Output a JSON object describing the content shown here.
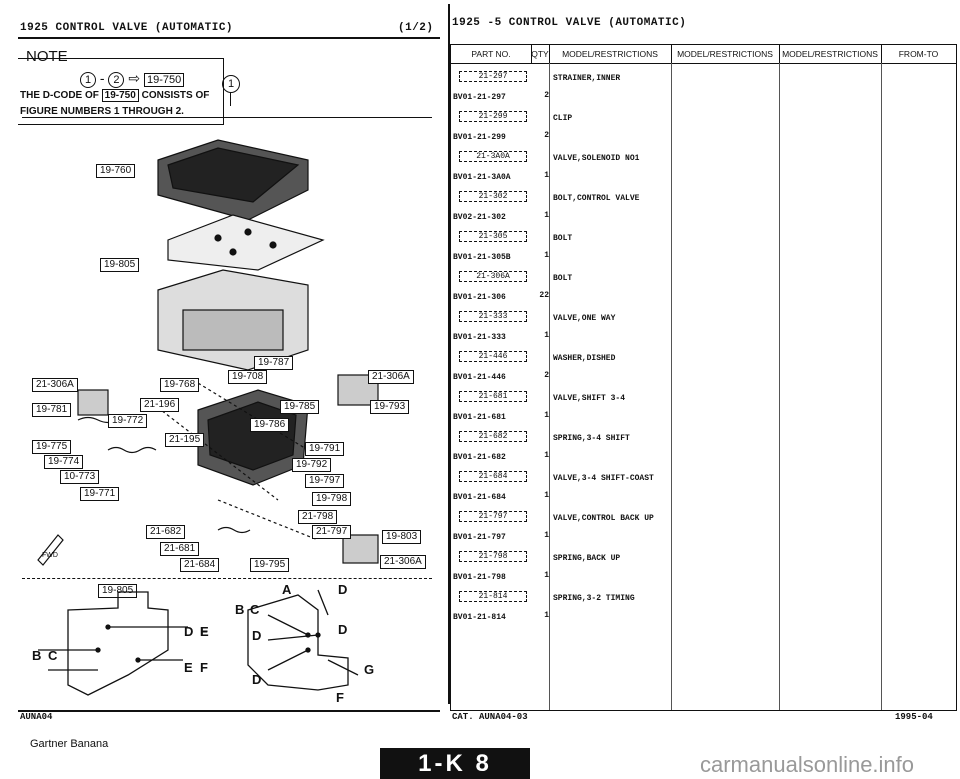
{
  "left_header": {
    "title": "1925    CONTROL VALVE (AUTOMATIC)",
    "page": "(1/2)"
  },
  "right_header": {
    "title": "1925  -5     CONTROL VALVE (AUTOMATIC)"
  },
  "note": {
    "label": "NOTE",
    "line1": "THE D-CODE OF",
    "code": "19-750",
    "line1b": "CONSISTS OF",
    "line2": "FIGURE NUMBERS",
    "line2b": "THROUGH",
    "circle1": "1",
    "circle2": "2"
  },
  "callouts": [
    "19-760",
    "19-805",
    "19-787",
    "19-768",
    "19-708",
    "21-306A",
    "21-306A",
    "19-781",
    "21-196",
    "19-785",
    "19-793",
    "19-772",
    "19-786",
    "21-195",
    "19-775",
    "19-791",
    "19-774",
    "19-792",
    "10-773",
    "19-797",
    "19-771",
    "19-798",
    "21-798",
    "21-797",
    "21-682",
    "19-803",
    "21-681",
    "21-684",
    "19-795",
    "21-306A",
    "19-805"
  ],
  "diagram_letters": [
    "D",
    "A",
    "B",
    "C",
    "D",
    "D",
    "E",
    "B",
    "C",
    "F",
    "D",
    "E",
    "F",
    "D",
    "G",
    "F"
  ],
  "table": {
    "headers": [
      "PART NO.",
      "QTY",
      "MODEL/RESTRICTIONS",
      "MODEL/RESTRICTIONS",
      "MODEL/RESTRICTIONS",
      "FROM-TO"
    ],
    "rows": [
      {
        "fig": "21-297",
        "part": "BV01-21-297",
        "qty": "2",
        "desc": "STRAINER,INNER"
      },
      {
        "fig": "21-299",
        "part": "BV01-21-299",
        "qty": "2",
        "desc": "CLIP"
      },
      {
        "fig": "21-3A0A",
        "part": "BV01-21-3A0A",
        "qty": "1",
        "desc": "VALVE,SOLENOID NO1"
      },
      {
        "fig": "21-302",
        "part": "BV02-21-302",
        "qty": "1",
        "desc": "BOLT,CONTROL VALVE"
      },
      {
        "fig": "21-305",
        "part": "BV01-21-305B",
        "qty": "1",
        "desc": "BOLT"
      },
      {
        "fig": "21-306A",
        "part": "BV01-21-306",
        "qty": "22",
        "desc": "BOLT"
      },
      {
        "fig": "21-333",
        "part": "BV01-21-333",
        "qty": "1",
        "desc": "VALVE,ONE WAY"
      },
      {
        "fig": "21-446",
        "part": "BV01-21-446",
        "qty": "2",
        "desc": "WASHER,DISHED"
      },
      {
        "fig": "21-681",
        "part": "BV01-21-681",
        "qty": "1",
        "desc": "VALVE,SHIFT 3-4"
      },
      {
        "fig": "21-682",
        "part": "BV01-21-682",
        "qty": "1",
        "desc": "SPRING,3-4 SHIFT"
      },
      {
        "fig": "21-684",
        "part": "BV01-21-684",
        "qty": "1",
        "desc": "VALVE,3-4 SHIFT-COAST"
      },
      {
        "fig": "21-797",
        "part": "BV01-21-797",
        "qty": "1",
        "desc": "VALVE,CONTROL BACK UP"
      },
      {
        "fig": "21-798",
        "part": "BV01-21-798",
        "qty": "1",
        "desc": "SPRING,BACK UP"
      },
      {
        "fig": "21-814",
        "part": "BV01-21-814",
        "qty": "1",
        "desc": "SPRING,3-2 TIMING"
      }
    ]
  },
  "footer": {
    "left_code": "AUNA04",
    "cat": "CAT. AUNA04-03",
    "date": "1995-04",
    "credit": "Gartner Banana",
    "page_tag": "1-K 8",
    "watermark": "carmanualsonline.info"
  }
}
